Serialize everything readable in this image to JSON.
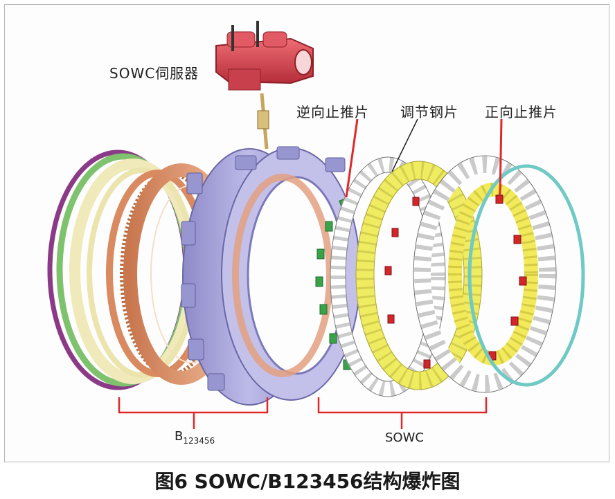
{
  "labels": {
    "servo": "SOWC伺服器",
    "reverse_strut": "逆向止推片",
    "selector_plate": "调节钢片",
    "forward_strut": "正向止推片",
    "b_group_main": "B",
    "b_group_sub": "123456",
    "sowc_group": "SOWC"
  },
  "caption": "图6 SOWC/B123456结构爆炸图",
  "colors": {
    "bracket": "#e0282a",
    "servo": "#d9434f",
    "housing": "#a9a6dc",
    "copper": "#e0a07c",
    "cream": "#f2ecc8",
    "green": "#7ec26d",
    "purple": "#8a3a86",
    "yellow": "#f0ec62",
    "teal": "#6fc9c4",
    "white": "#ffffff",
    "strut_green": "#3aa34a",
    "strut_red": "#d3262b"
  }
}
